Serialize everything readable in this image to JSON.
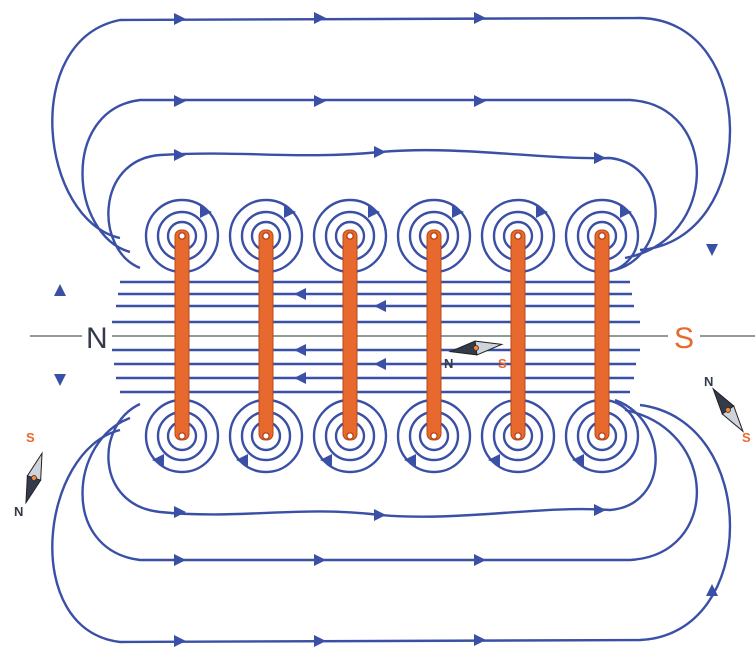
{
  "colors": {
    "field_line": "#3a4fa6",
    "wire": "#e8692e",
    "wire_dark": "#b8481a",
    "axis": "#6a7a70",
    "north_label": "#333a4a",
    "south_label": "#e8692e"
  },
  "poles": {
    "left_label": "N",
    "right_label": "S"
  },
  "compasses": [
    {
      "id": "center",
      "north": "N",
      "south": "S"
    },
    {
      "id": "right",
      "north": "N",
      "south": "S"
    },
    {
      "id": "left",
      "north": "N",
      "south": "S"
    }
  ],
  "coil": {
    "turns": 6
  }
}
